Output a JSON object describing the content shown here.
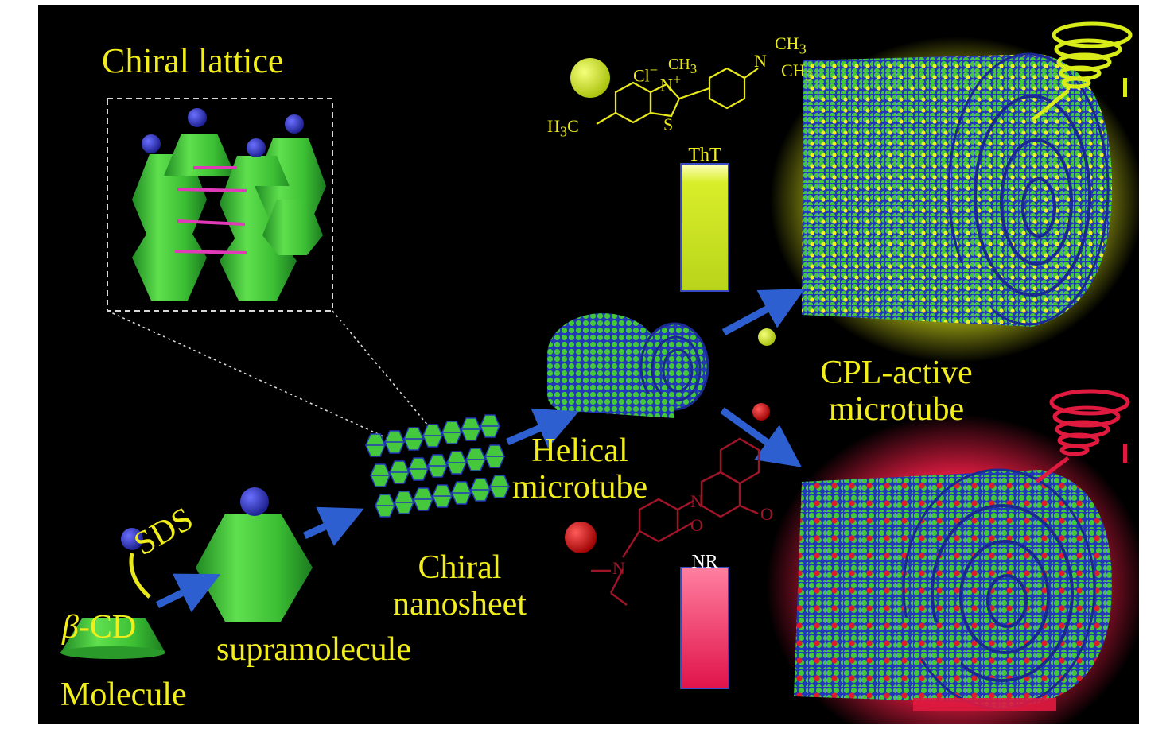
{
  "colors": {
    "background": "#000000",
    "label_yellow": "#f2ee1c",
    "cone_green": "#3ec43a",
    "bead_blue": "#2b2fae",
    "arrow_blue": "#2e5fd0",
    "tht_yellow": "#e6ee1a",
    "nr_red": "#e0193f",
    "link_magenta": "#e03ab8"
  },
  "labels": {
    "chiral_lattice": "Chiral lattice",
    "sds": "SDS",
    "beta_cd_greek": "β",
    "beta_cd_rest": "-CD",
    "molecule": "Molecule",
    "supramolecule": "supramolecule",
    "chiral_nanosheet_line1": "Chiral",
    "chiral_nanosheet_line2": "nanosheet",
    "helical_microtube_line1": "Helical",
    "helical_microtube_line2": "microtube",
    "cpl_line1": "CPL-active",
    "cpl_line2": "microtube"
  },
  "tht": {
    "name": "ThT",
    "cl": "Cl",
    "cl_charge": "−",
    "ch3_ring": "CH",
    "ch3_ring_sub": "3",
    "n_plus": "N",
    "n_plus_charge": "+",
    "s": "S",
    "h3c": "H",
    "h3c_sub": "3",
    "h3c_c": "C",
    "nme2_n": "N",
    "nme2_ch3_top": "CH",
    "nme2_ch3_top_sub": "3",
    "nme2_ch3_bottom": "CH",
    "nme2_ch3_bottom_sub": "3"
  },
  "nr": {
    "name": "NR",
    "n_ring": "N",
    "o_ring": "O",
    "o_ketone": "O",
    "n_amine": "N"
  }
}
